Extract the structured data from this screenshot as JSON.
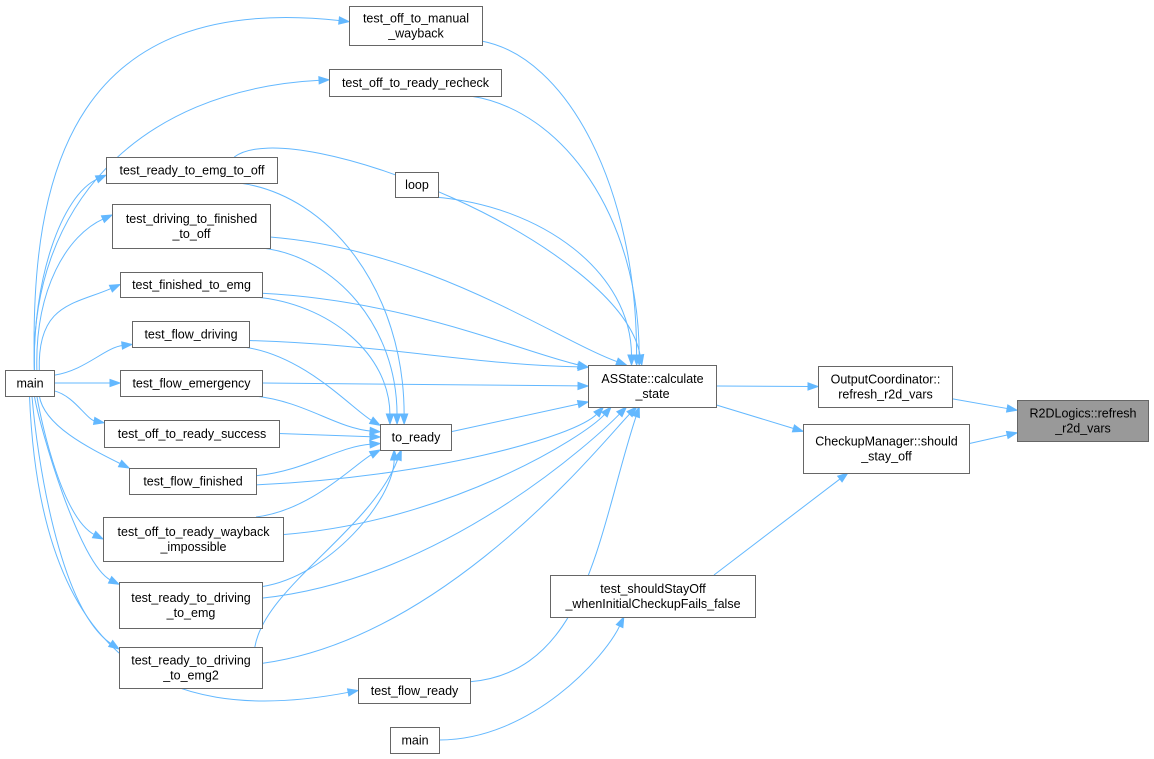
{
  "graph": {
    "colors": {
      "edge": "#63b8ff",
      "node_border": "#666666",
      "node_fill": "#ffffff",
      "root_fill": "#999999",
      "text": "#000000"
    },
    "nodes": {
      "r2d_refresh": {
        "lines": [
          "R2DLogics::refresh",
          "_r2d_vars"
        ],
        "root": true
      },
      "output_refresh": {
        "lines": [
          "OutputCoordinator::",
          "refresh_r2d_vars"
        ]
      },
      "checkup_should": {
        "lines": [
          "CheckupManager::should",
          "_stay_off"
        ]
      },
      "calc_state": {
        "lines": [
          "ASState::calculate",
          "_state"
        ]
      },
      "to_ready": {
        "lines": [
          "to_ready"
        ]
      },
      "loop": {
        "lines": [
          "loop"
        ]
      },
      "main_left": {
        "lines": [
          "main"
        ]
      },
      "main_bottom": {
        "lines": [
          "main"
        ]
      },
      "t_off_manual": {
        "lines": [
          "test_off_to_manual",
          "_wayback"
        ]
      },
      "t_off_recheck": {
        "lines": [
          "test_off_to_ready_recheck"
        ]
      },
      "t_ready_emg_off": {
        "lines": [
          "test_ready_to_emg_to_off"
        ]
      },
      "t_driving_finished": {
        "lines": [
          "test_driving_to_finished",
          "_to_off"
        ]
      },
      "t_finished_emg": {
        "lines": [
          "test_finished_to_emg"
        ]
      },
      "t_flow_driving": {
        "lines": [
          "test_flow_driving"
        ]
      },
      "t_flow_emergency": {
        "lines": [
          "test_flow_emergency"
        ]
      },
      "t_off_success": {
        "lines": [
          "test_off_to_ready_success"
        ]
      },
      "t_flow_finished": {
        "lines": [
          "test_flow_finished"
        ]
      },
      "t_off_wayback": {
        "lines": [
          "test_off_to_ready_wayback",
          "_impossible"
        ]
      },
      "t_ready_driving_emg": {
        "lines": [
          "test_ready_to_driving",
          "_to_emg"
        ]
      },
      "t_ready_driving_emg2": {
        "lines": [
          "test_ready_to_driving",
          "_to_emg2"
        ]
      },
      "t_flow_ready": {
        "lines": [
          "test_flow_ready"
        ]
      },
      "t_should_stay_off": {
        "lines": [
          "test_shouldStayOff",
          "_whenInitialCheckupFails_false"
        ]
      }
    },
    "edges": [
      [
        "output_refresh",
        "r2d_refresh"
      ],
      [
        "checkup_should",
        "r2d_refresh"
      ],
      [
        "calc_state",
        "output_refresh"
      ],
      [
        "calc_state",
        "checkup_should"
      ],
      [
        "t_should_stay_off",
        "checkup_should"
      ],
      [
        "main_bottom",
        "t_should_stay_off"
      ],
      [
        "t_off_manual",
        "calc_state"
      ],
      [
        "t_off_recheck",
        "calc_state"
      ],
      [
        "t_ready_emg_off",
        "calc_state"
      ],
      [
        "loop",
        "calc_state"
      ],
      [
        "t_driving_finished",
        "calc_state"
      ],
      [
        "t_finished_emg",
        "calc_state"
      ],
      [
        "t_flow_driving",
        "calc_state"
      ],
      [
        "t_flow_emergency",
        "calc_state"
      ],
      [
        "to_ready",
        "calc_state"
      ],
      [
        "t_flow_finished",
        "calc_state"
      ],
      [
        "t_off_wayback",
        "calc_state"
      ],
      [
        "t_ready_driving_emg",
        "calc_state"
      ],
      [
        "t_ready_driving_emg2",
        "calc_state"
      ],
      [
        "t_flow_ready",
        "calc_state"
      ],
      [
        "t_ready_emg_off",
        "to_ready"
      ],
      [
        "t_driving_finished",
        "to_ready"
      ],
      [
        "t_finished_emg",
        "to_ready"
      ],
      [
        "t_flow_driving",
        "to_ready"
      ],
      [
        "t_flow_emergency",
        "to_ready"
      ],
      [
        "t_off_success",
        "to_ready"
      ],
      [
        "t_flow_finished",
        "to_ready"
      ],
      [
        "t_off_wayback",
        "to_ready"
      ],
      [
        "t_ready_driving_emg",
        "to_ready"
      ],
      [
        "t_ready_driving_emg2",
        "to_ready"
      ],
      [
        "main_left",
        "t_off_manual"
      ],
      [
        "main_left",
        "t_off_recheck"
      ],
      [
        "main_left",
        "t_ready_emg_off"
      ],
      [
        "main_left",
        "t_driving_finished"
      ],
      [
        "main_left",
        "t_finished_emg"
      ],
      [
        "main_left",
        "t_flow_driving"
      ],
      [
        "main_left",
        "t_flow_emergency"
      ],
      [
        "main_left",
        "t_off_success"
      ],
      [
        "main_left",
        "t_flow_finished"
      ],
      [
        "main_left",
        "t_off_wayback"
      ],
      [
        "main_left",
        "t_ready_driving_emg"
      ],
      [
        "main_left",
        "t_ready_driving_emg2"
      ],
      [
        "main_left",
        "t_flow_ready"
      ]
    ]
  }
}
